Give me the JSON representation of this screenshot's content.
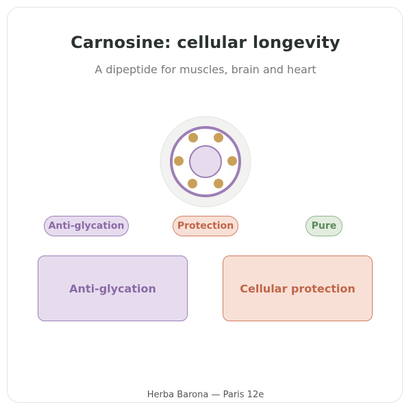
{
  "header": {
    "title": "Carnosine: cellular longevity",
    "subtitle": "A dipeptide for muscles, brain and heart"
  },
  "emblem": {
    "icon": "molecule-ring-icon",
    "ring_color": "#9c7fb6",
    "dot_color": "#c9a05a"
  },
  "tags": [
    {
      "label": "Anti-glycation",
      "color": "#9c7fb6"
    },
    {
      "label": "Protection",
      "color": "#d27d62"
    },
    {
      "label": "Pure",
      "color": "#92b38e"
    }
  ],
  "cards": [
    {
      "label": "Anti-glycation",
      "color": "#9c7fb6"
    },
    {
      "label": "Cellular protection",
      "color": "#d27d62"
    }
  ],
  "footer": {
    "text": "Herba Barona — Paris 12e"
  }
}
